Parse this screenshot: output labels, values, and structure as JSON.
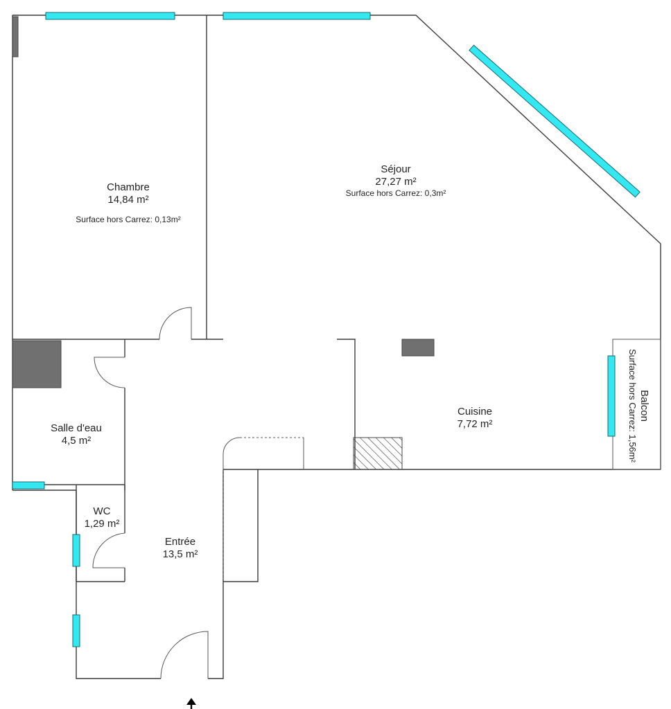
{
  "rooms": {
    "chambre": {
      "name": "Chambre",
      "area": "14,84  m²",
      "note": "Surface hors Carrez: 0,13m²"
    },
    "sejour": {
      "name": "Séjour",
      "area": "27,27  m²",
      "note": "Surface hors Carrez: 0,3m²"
    },
    "cuisine": {
      "name": "Cuisine",
      "area": "7,72  m²"
    },
    "salle_eau": {
      "name": "Salle d'eau",
      "area": "4,5  m²"
    },
    "wc": {
      "name": "WC",
      "area": "1,29  m²"
    },
    "entree": {
      "name": "Entrée",
      "area": "13,5  m²"
    },
    "balcon": {
      "name": "Balcon",
      "note": "Surface hors Carrez: 1,56m²"
    }
  },
  "colors": {
    "window": "#33e8f0",
    "wall": "#3a3a3a",
    "block": "#707070"
  },
  "entrance_marker": "arrow-up-icon"
}
